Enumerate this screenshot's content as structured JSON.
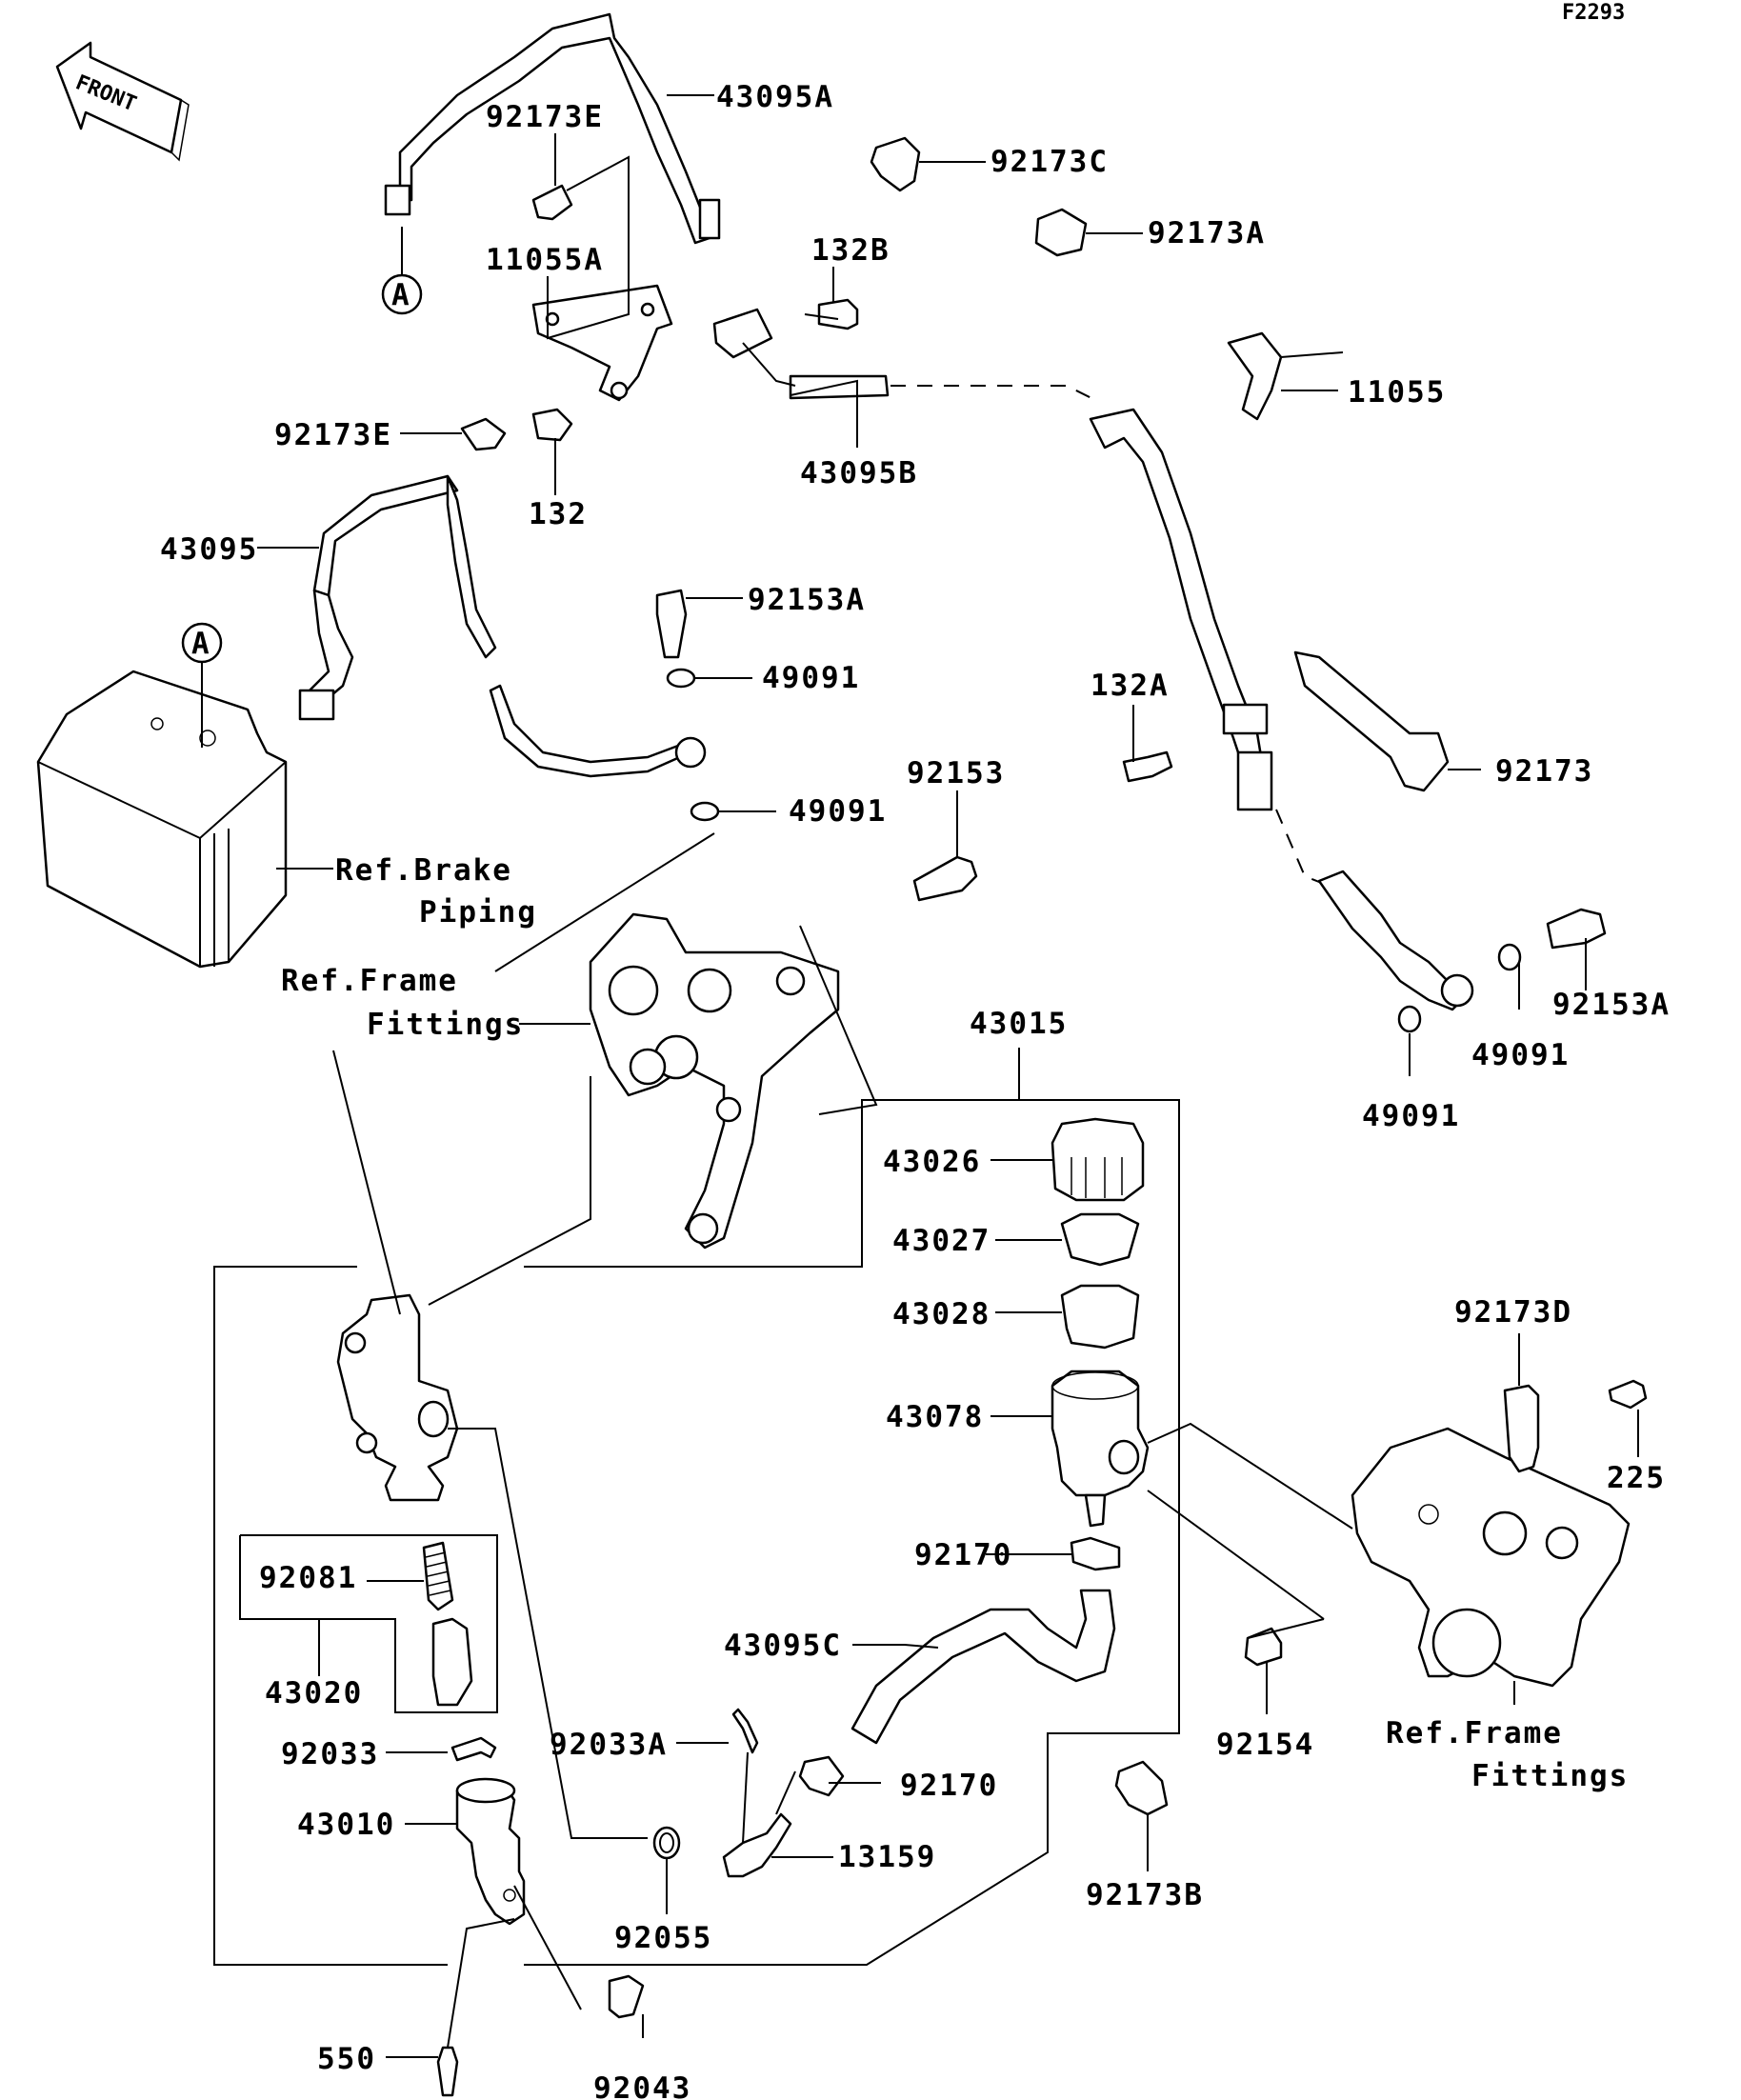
{
  "figure_code": "F2293",
  "front_arrow": "FRONT",
  "circle_ref": "A",
  "labels": {
    "l_43095A": "43095A",
    "l_92173E_top": "92173E",
    "l_92173C": "92173C",
    "l_92173A": "92173A",
    "l_132B": "132B",
    "l_11055A": "11055A",
    "l_11055": "11055",
    "l_92173E_bot": "92173E",
    "l_132": "132",
    "l_43095B": "43095B",
    "l_43095": "43095",
    "l_92153A_mid": "92153A",
    "l_49091_a": "49091",
    "l_49091_b": "49091",
    "l_92153": "92153",
    "l_132A": "132A",
    "l_92173": "92173",
    "l_ref_brake_1": "Ref.Brake",
    "l_ref_brake_2": "Piping",
    "l_ref_frame_1": "Ref.Frame",
    "l_ref_frame_2": "Fittings",
    "l_92153A_right": "92153A",
    "l_49091_c": "49091",
    "l_49091_d": "49091",
    "l_43015": "43015",
    "l_43026": "43026",
    "l_43027": "43027",
    "l_43028": "43028",
    "l_43078": "43078",
    "l_92173D": "92173D",
    "l_225": "225",
    "l_92170_a": "92170",
    "l_43095C": "43095C",
    "l_92154": "92154",
    "l_ref_frame_r1": "Ref.Frame",
    "l_ref_frame_r2": "Fittings",
    "l_92081": "92081",
    "l_43020": "43020",
    "l_92033": "92033",
    "l_92033A": "92033A",
    "l_92170_b": "92170",
    "l_43010": "43010",
    "l_13159": "13159",
    "l_92055": "92055",
    "l_92173B": "92173B",
    "l_550": "550",
    "l_92043": "92043"
  }
}
